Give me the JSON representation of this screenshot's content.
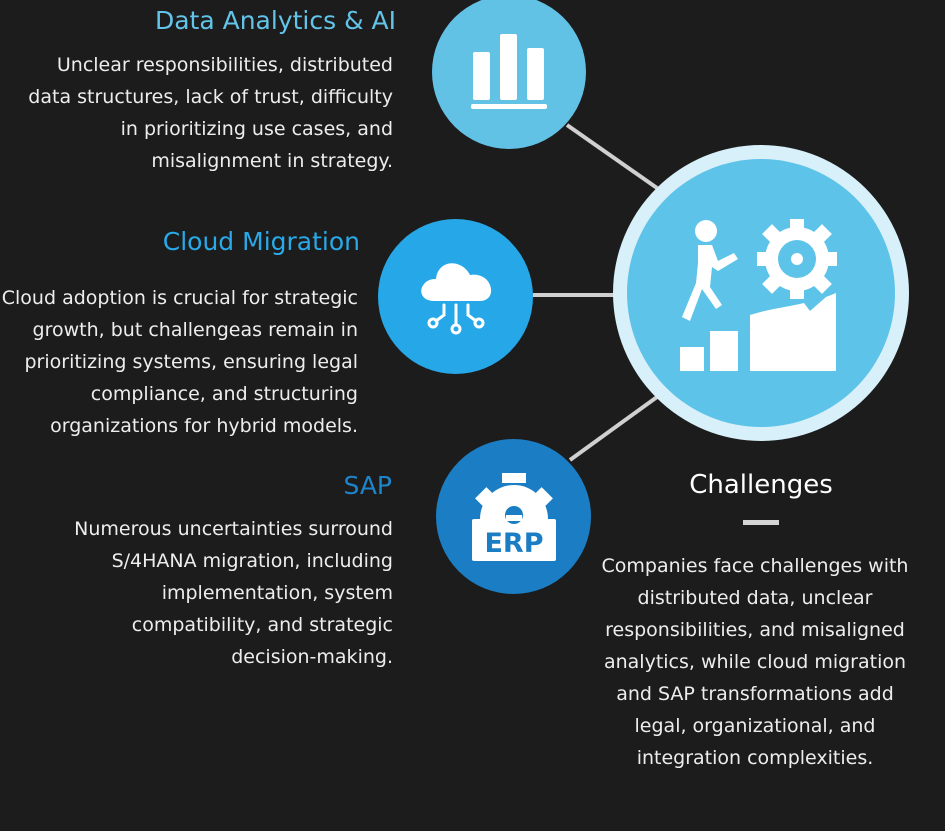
{
  "colors": {
    "background": "#1c1c1c",
    "analytics_accent": "#62c2e5",
    "cloud_accent": "#26a8e8",
    "sap_accent": "#1b7ec4",
    "hub_accent": "#5ec3e8",
    "hub_ring": "#d8f0f9",
    "text": "#ededed"
  },
  "topics": {
    "analytics": {
      "title": "Data Analytics & AI",
      "description": "Unclear responsibilities, distributed data structures, lack of trust, difficulty in prioritizing use cases, and misalignment in strategy.",
      "icon": "bar-chart-icon"
    },
    "cloud": {
      "title": "Cloud Migration",
      "description": "Cloud adoption is crucial for strategic growth, but challengeas remain in prioritizing systems, ensuring legal compliance, and structuring organizations for hybrid models.",
      "icon": "cloud-network-icon"
    },
    "sap": {
      "title": "SAP",
      "description": "Numerous uncertainties surround S/4HANA migration, including implementation, system compatibility, and strategic decision-making.",
      "icon": "erp-gear-icon",
      "icon_label": "ERP"
    }
  },
  "hub": {
    "title": "Challenges",
    "description": "Companies face challenges with distributed data, unclear responsibilities, and misaligned analytics, while cloud migration and SAP transformations add legal, organizational, and integration complexities.",
    "icon": "climbing-stairs-gear-icon"
  }
}
